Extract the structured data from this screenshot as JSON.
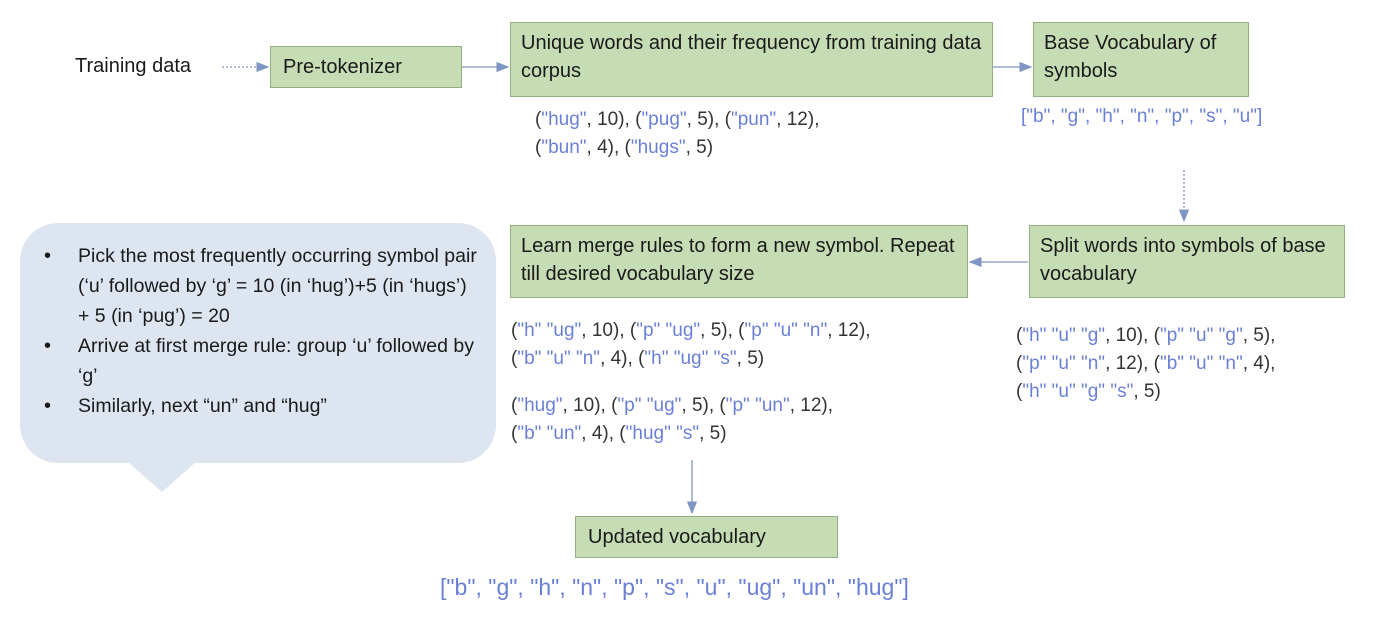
{
  "training_data": "Training data",
  "boxes": {
    "pre_tokenizer": "Pre-tokenizer",
    "unique_words": "Unique words and their frequency from training data corpus",
    "base_vocab": "Base Vocabulary of symbols",
    "split_words": "Split words into symbols of base vocabulary",
    "learn_merge": "Learn merge rules to form a new symbol. Repeat till desired vocabulary size",
    "updated_vocab": "Updated vocabulary"
  },
  "word_freq": [
    [
      [
        "\"hug\"",
        "q"
      ],
      [
        ", 10), (",
        ""
      ],
      [
        "\"pug\"",
        "q"
      ],
      [
        ", 5), (",
        ""
      ],
      [
        "\"pun\"",
        "q"
      ],
      [
        ", 12),",
        ""
      ]
    ],
    [
      [
        "(",
        ""
      ],
      [
        "\"bun\"",
        "q"
      ],
      [
        ", 4), (",
        ""
      ],
      [
        "\"hugs\"",
        "q"
      ],
      [
        ", 5)",
        ""
      ]
    ]
  ],
  "base_vocab_list": "[\"b\", \"g\", \"h\", \"n\", \"p\", \"s\", \"u\"]",
  "split_data": [
    [
      [
        "(",
        ""
      ],
      [
        "\"h\" \"u\" \"g\"",
        "q"
      ],
      [
        ", 10), (",
        ""
      ],
      [
        "\"p\" \"u\" \"g\"",
        "q"
      ],
      [
        ", 5),",
        ""
      ]
    ],
    [
      [
        "(",
        ""
      ],
      [
        "\"p\" \"u\" \"n\"",
        "q"
      ],
      [
        ", 12), (",
        ""
      ],
      [
        "\"b\" \"u\" \"n\"",
        "q"
      ],
      [
        ", 4),",
        ""
      ]
    ],
    [
      [
        "(",
        ""
      ],
      [
        "\"h\" \"u\" \"g\" \"s\"",
        "q"
      ],
      [
        ", 5)",
        ""
      ]
    ]
  ],
  "merge_data_1": [
    [
      [
        "(",
        ""
      ],
      [
        "\"h\" \"ug\"",
        "q"
      ],
      [
        ", 10), (",
        ""
      ],
      [
        "\"p\" \"ug\"",
        "q"
      ],
      [
        ", 5), (",
        ""
      ],
      [
        "\"p\" \"u\" \"n\"",
        "q"
      ],
      [
        ", 12),",
        ""
      ]
    ],
    [
      [
        "(",
        ""
      ],
      [
        "\"b\" \"u\" \"n\"",
        "q"
      ],
      [
        ", 4), (",
        ""
      ],
      [
        "\"h\" \"ug\" \"s\"",
        "q"
      ],
      [
        ", 5)",
        ""
      ]
    ]
  ],
  "merge_data_2": [
    [
      [
        "(",
        ""
      ],
      [
        "\"hug\"",
        "q"
      ],
      [
        ", 10), (",
        ""
      ],
      [
        "\"p\" \"ug\"",
        "q"
      ],
      [
        ", 5), (",
        ""
      ],
      [
        "\"p\" \"un\"",
        "q"
      ],
      [
        ", 12),",
        ""
      ]
    ],
    [
      [
        "(",
        ""
      ],
      [
        "\"b\" \"un\"",
        "q"
      ],
      [
        ", 4), (",
        ""
      ],
      [
        "\"hug\" \"s\"",
        "q"
      ],
      [
        ", 5)",
        ""
      ]
    ]
  ],
  "bubble_items": [
    "Pick the most frequently occurring symbol pair (‘u’ followed by ‘g’ = 10 (in ‘hug’)+5 (in ‘hugs’) + 5 (in ‘pug’) = 20",
    "Arrive at first merge rule: group ‘u’ followed by ‘g’",
    "Similarly, next “un” and “hug”"
  ],
  "bullet": "•",
  "updated_vocab_list": "[\"b\", \"g\", \"h\", \"n\", \"p\", \"s\", \"u\", \"ug\", \"un\", \"hug\"]",
  "colors": {
    "box_fill": "#c5dcb4",
    "token_blue": "#6a7fd6",
    "bubble": "#dde5f0",
    "arrow": "#7f95c4"
  }
}
